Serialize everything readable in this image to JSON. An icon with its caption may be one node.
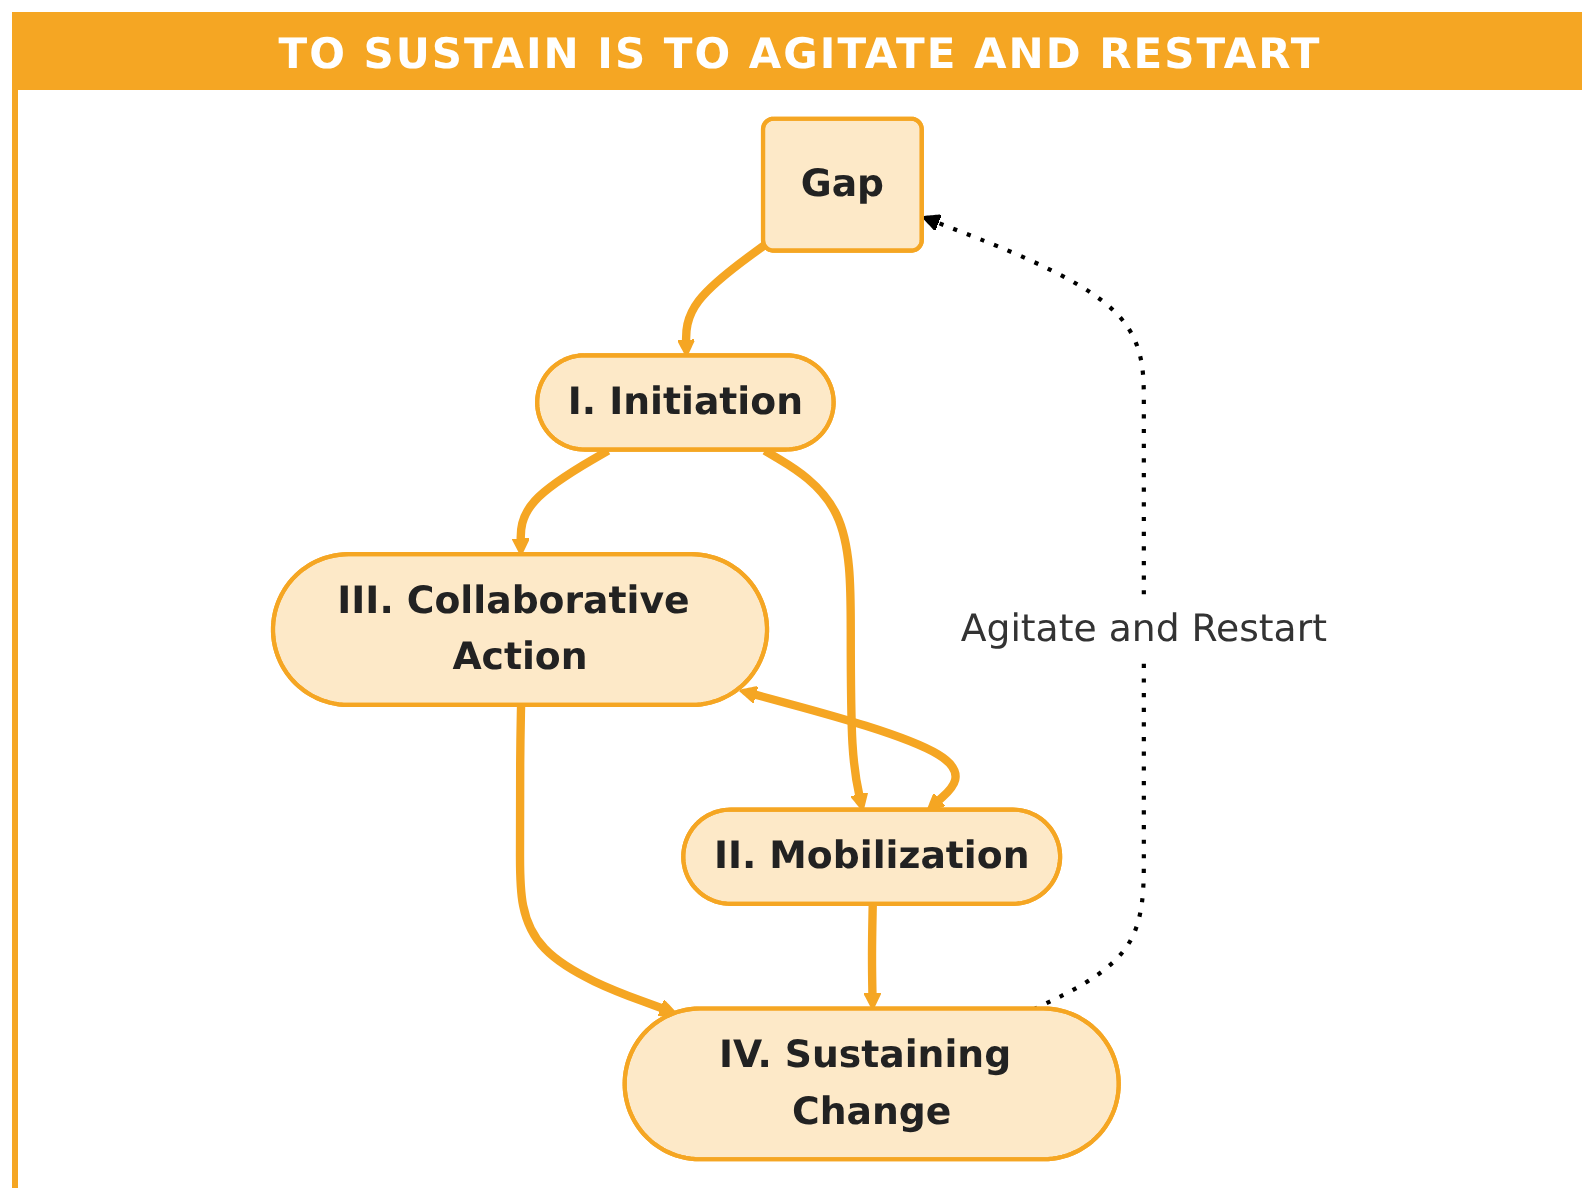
{
  "diagram": {
    "title": "TO SUSTAIN IS TO AGITATE AND RESTART",
    "nodes": [
      {
        "text": [
          "Gap"
        ]
      },
      {
        "text": [
          "I. Initiation"
        ]
      },
      {
        "text": [
          "II. Mobilization"
        ]
      },
      {
        "text": [
          "III. Collaborative Action"
        ]
      },
      {
        "text": [
          "IV. Sustaining Change"
        ]
      }
    ],
    "edges": [
      {
        "from": 0,
        "to": 1,
        "arrow": "to"
      },
      {
        "from": 1,
        "to": 3,
        "arrow": "to"
      },
      {
        "from": 1,
        "to": 2,
        "arrow": "to"
      },
      {
        "from": 3,
        "to": 2,
        "arrow": "both"
      },
      {
        "from": 3,
        "to": 4,
        "arrow": "to"
      },
      {
        "from": 2,
        "to": 4,
        "arrow": "to"
      },
      {
        "from": 4,
        "to": 0,
        "arrow": "to",
        "label": "Agitate and Restart",
        "style": "dashed",
        "color": "#000000"
      }
    ]
  }
}
